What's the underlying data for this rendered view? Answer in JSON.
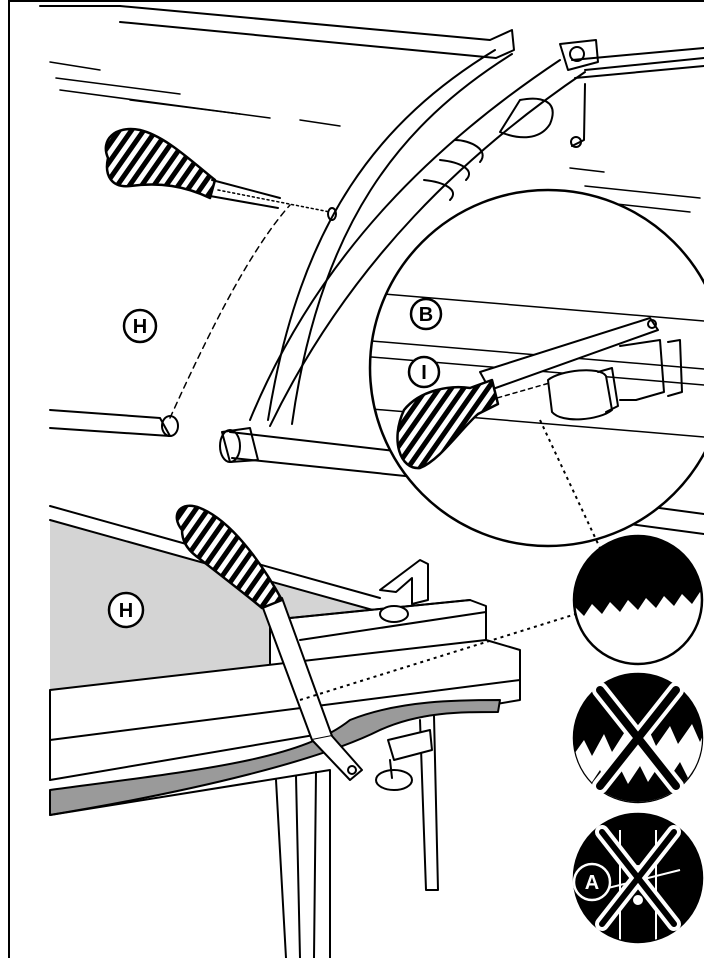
{
  "labels": {
    "panel_top": "H",
    "panel_bottom": "H",
    "inset_upper": "B",
    "inset_lower": "I",
    "warning_badge": "A"
  },
  "colors": {
    "ink": "#000000",
    "panel_fill": "#d4d4d4",
    "paper": "#ffffff"
  },
  "icons": {
    "correct": "saw-teeth-pointing-up-icon",
    "wrong": "saw-teeth-crossed-out-icon",
    "forbidden": "crossed-out-clamp-icon"
  }
}
